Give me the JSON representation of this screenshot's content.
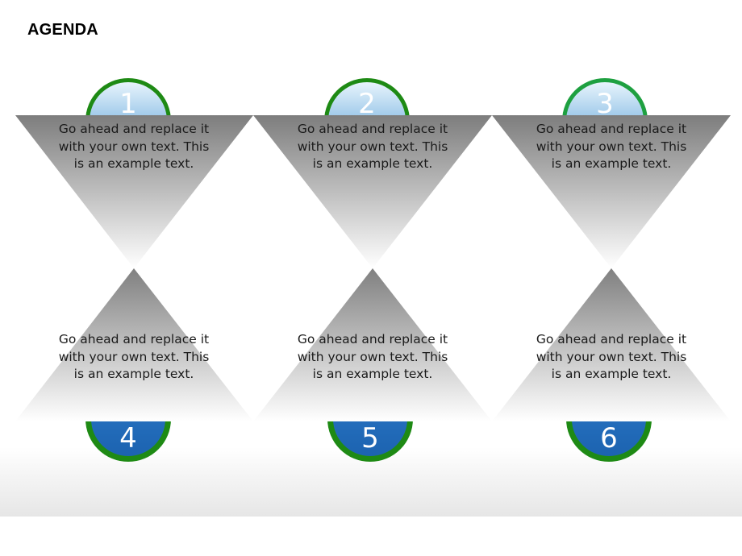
{
  "title": "AGENDA",
  "items": [
    {
      "number": "1",
      "text": "Go ahead and replace it with your own text. This is an example text."
    },
    {
      "number": "2",
      "text": "Go ahead and replace it with your own text. This is an example text."
    },
    {
      "number": "3",
      "text": "Go ahead and replace it with your own text. This is an example text."
    },
    {
      "number": "4",
      "text": "Go ahead and replace it with your own text. This is an example text."
    },
    {
      "number": "5",
      "text": "Go ahead and replace it with your own text. This is an example text."
    },
    {
      "number": "6",
      "text": "Go ahead and replace it with your own text. This is an example text."
    }
  ],
  "colors": {
    "ring_green": "#1e8a14",
    "badge_top_light": "#d8ecf8",
    "badge_blue": "#2a76c6",
    "triangle_dark": "#808080",
    "triangle_light": "#ffffff"
  }
}
